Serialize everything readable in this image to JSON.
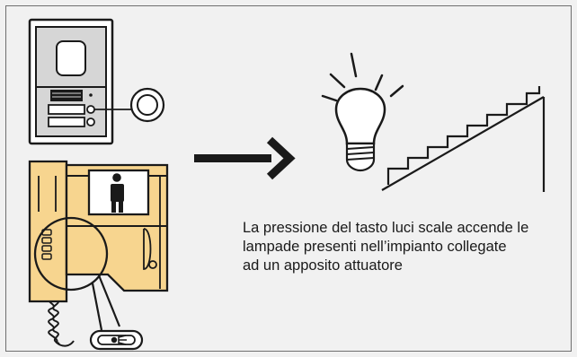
{
  "caption": {
    "line1": "La pressione del tasto luci scale accende le",
    "line2": "lampade presenti nell’impianto collegate",
    "line3": "ad un apposito attuatore"
  },
  "colors": {
    "background": "#f1f1f1",
    "panel_grey": "#d6d6d6",
    "handset_yellow": "#f7d58f",
    "outline": "#1a1a1a",
    "frame_border": "#6f6f6f"
  },
  "icons": {
    "door_station": "door-station-icon",
    "arrow": "arrow-right-icon",
    "light_bulb": "light-bulb-icon",
    "staircase": "staircase-icon",
    "video_handset": "video-handset-icon",
    "person": "person-icon",
    "stair_light_key": "stair-light-key-icon"
  }
}
